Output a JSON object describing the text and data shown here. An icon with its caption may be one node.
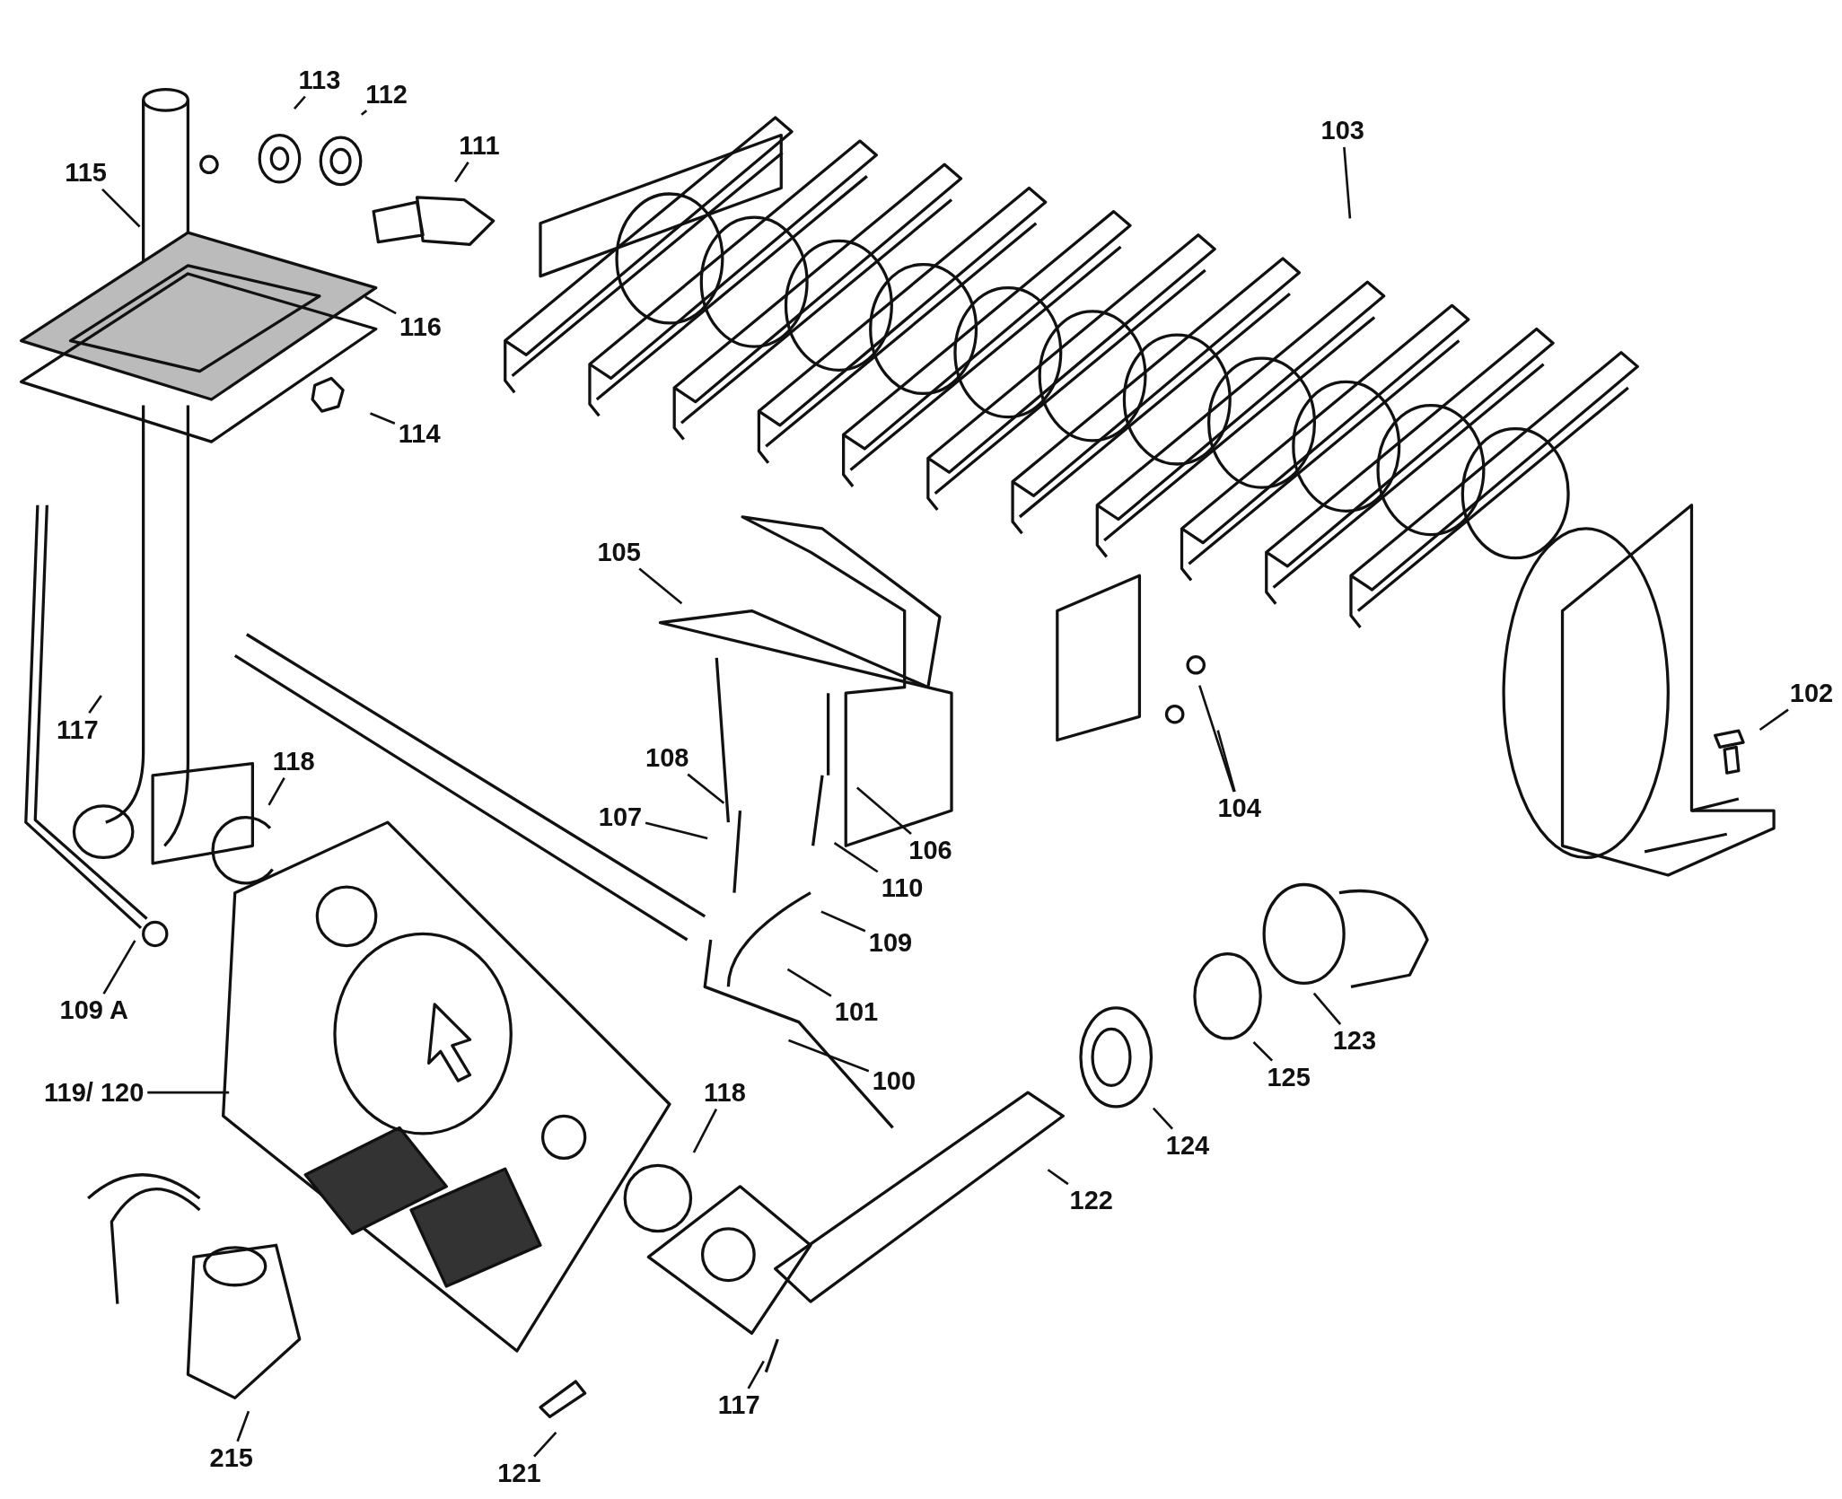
{
  "diagram": {
    "nodes": [
      {
        "text": [
          "113"
        ]
      },
      {
        "text": [
          "112"
        ]
      },
      {
        "text": [
          "111"
        ]
      },
      {
        "text": [
          "115"
        ]
      },
      {
        "text": [
          "103"
        ]
      },
      {
        "text": [
          "116"
        ]
      },
      {
        "text": [
          "114"
        ]
      },
      {
        "text": [
          "105"
        ]
      },
      {
        "text": [
          "102"
        ]
      },
      {
        "text": [
          "117"
        ]
      },
      {
        "text": [
          "118"
        ]
      },
      {
        "text": [
          "108"
        ]
      },
      {
        "text": [
          "104"
        ]
      },
      {
        "text": [
          "107"
        ]
      },
      {
        "text": [
          "106"
        ]
      },
      {
        "text": [
          "110"
        ]
      },
      {
        "text": [
          "109"
        ]
      },
      {
        "text": [
          "109 A"
        ]
      },
      {
        "text": [
          "101"
        ]
      },
      {
        "text": [
          "123"
        ]
      },
      {
        "text": [
          "100"
        ]
      },
      {
        "text": [
          "119/ 120"
        ]
      },
      {
        "text": [
          "118"
        ]
      },
      {
        "text": [
          "125"
        ]
      },
      {
        "text": [
          "124"
        ]
      },
      {
        "text": [
          "122"
        ]
      },
      {
        "text": [
          "117"
        ]
      },
      {
        "text": [
          "121"
        ]
      },
      {
        "text": [
          "215"
        ]
      }
    ],
    "edges": [
      {
        "from": 0,
        "to": null,
        "arrow": "none"
      },
      {
        "from": 1,
        "to": null,
        "arrow": "none"
      },
      {
        "from": 2,
        "to": null,
        "arrow": "none"
      },
      {
        "from": 3,
        "to": null,
        "arrow": "none"
      },
      {
        "from": 4,
        "to": null,
        "arrow": "none"
      },
      {
        "from": 5,
        "to": null,
        "arrow": "none"
      },
      {
        "from": 6,
        "to": null,
        "arrow": "none"
      },
      {
        "from": 7,
        "to": null,
        "arrow": "none"
      },
      {
        "from": 8,
        "to": null,
        "arrow": "none"
      },
      {
        "from": 9,
        "to": null,
        "arrow": "none"
      },
      {
        "from": 10,
        "to": null,
        "arrow": "none"
      },
      {
        "from": 11,
        "to": null,
        "arrow": "none"
      },
      {
        "from": 12,
        "to": null,
        "arrow": "none"
      },
      {
        "from": 12,
        "to": null,
        "arrow": "none"
      },
      {
        "from": 13,
        "to": null,
        "arrow": "none"
      },
      {
        "from": 14,
        "to": null,
        "arrow": "none"
      },
      {
        "from": 15,
        "to": null,
        "arrow": "none"
      },
      {
        "from": 16,
        "to": null,
        "arrow": "none"
      },
      {
        "from": 17,
        "to": null,
        "arrow": "none"
      },
      {
        "from": 18,
        "to": null,
        "arrow": "none"
      },
      {
        "from": 19,
        "to": null,
        "arrow": "none"
      },
      {
        "from": 20,
        "to": null,
        "arrow": "none"
      },
      {
        "from": 21,
        "to": null,
        "arrow": "none"
      },
      {
        "from": 22,
        "to": null,
        "arrow": "none"
      },
      {
        "from": 23,
        "to": null,
        "arrow": "none"
      },
      {
        "from": 24,
        "to": null,
        "arrow": "none"
      },
      {
        "from": 25,
        "to": null,
        "arrow": "none"
      },
      {
        "from": 26,
        "to": null,
        "arrow": "none"
      },
      {
        "from": 27,
        "to": null,
        "arrow": "none"
      },
      {
        "from": 28,
        "to": null,
        "arrow": "none"
      }
    ]
  }
}
